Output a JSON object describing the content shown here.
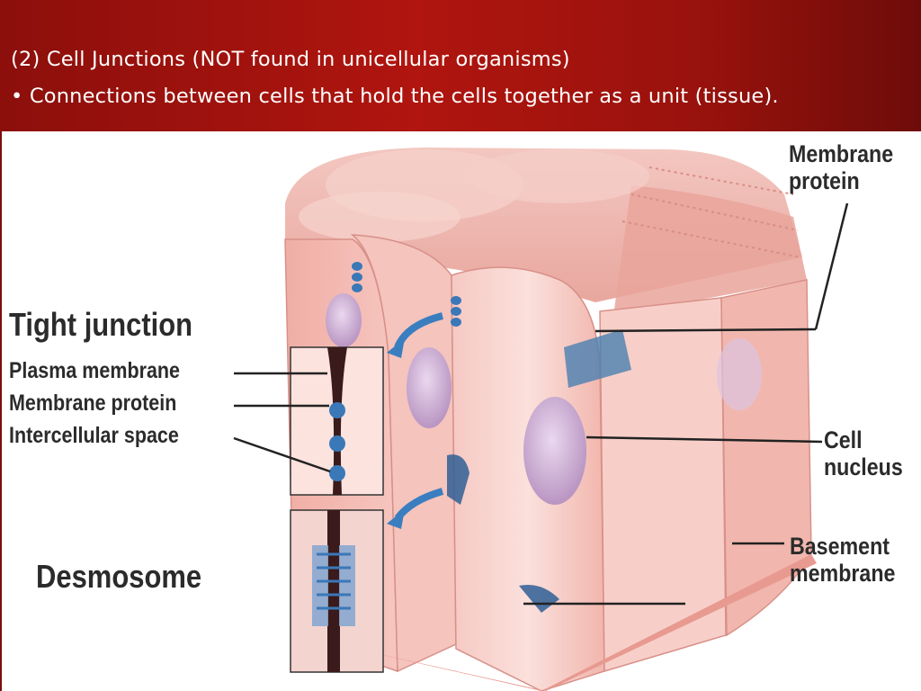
{
  "header": {
    "line1": "(2) Cell Junctions (NOT found in unicellular organisms)",
    "line2": "• Connections between cells that hold the cells together as a unit (tissue)."
  },
  "figure": {
    "tight_junction": "Tight junction",
    "plasma_membrane": "Plasma membrane",
    "membrane_protein_left": "Membrane protein",
    "intercellular_space": "Intercellular space",
    "desmosome": "Desmosome",
    "membrane_protein_right": [
      "Membrane",
      "protein"
    ],
    "cell_nucleus": [
      "Cell",
      "nucleus"
    ],
    "basement_membrane": [
      "Basement",
      "membrane"
    ]
  },
  "colors": {
    "header_bg": "#a8130e",
    "cell_pink": "#f2b6ad",
    "nucleus": "#cdb0d3",
    "protein_blue": "#3a78b8",
    "label_text": "#2b2b2b"
  }
}
